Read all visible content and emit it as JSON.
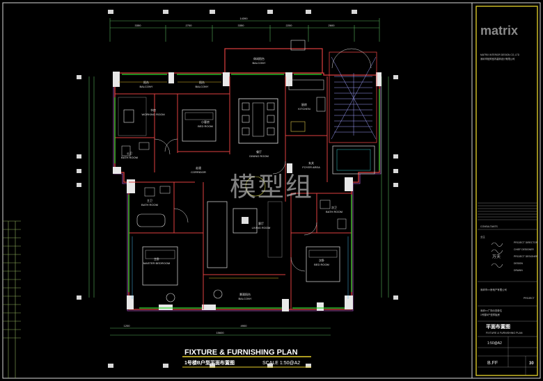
{
  "drawing": {
    "title_en": "FIXTURE & FURNISHING PLAN",
    "title_cn": "1号楼B户型平面布置图",
    "scale": "SCALE 1:50@A2",
    "watermark": "模型组"
  },
  "dimensions": {
    "top_total": "14390",
    "top_segments": [
      "3350",
      "2700",
      "3350",
      "2200",
      "2600"
    ],
    "bottom_total": "15600",
    "bottom_segments": [
      "1200",
      "4900"
    ]
  },
  "rooms": {
    "balcony_top": {
      "cn": "休闲阳台",
      "en": "BALCONY"
    },
    "balcony_left": {
      "cn": "阳台",
      "en": "BALCONY"
    },
    "balcony_mid": {
      "cn": "阳台",
      "en": "BALCONY"
    },
    "working_room": {
      "cn": "书房",
      "en": "WORKING ROOM"
    },
    "bed_room_small": {
      "cn": "小客房",
      "en": "BED ROOM"
    },
    "dining_room": {
      "cn": "餐厅",
      "en": "DINING ROOM"
    },
    "kitchen": {
      "cn": "厨房",
      "en": "KITCHEN"
    },
    "bath_room_1": {
      "cn": "公卫",
      "en": "BATH ROOM"
    },
    "corridor": {
      "cn": "走道",
      "en": "CORRIDOR"
    },
    "foyer": {
      "cn": "玄关",
      "en": "FOYER AREA"
    },
    "bath_room_2": {
      "cn": "主卫",
      "en": "BATH ROOM"
    },
    "living_room": {
      "cn": "客厅",
      "en": "LIVING ROOM"
    },
    "bath_room_3": {
      "cn": "次卫",
      "en": "BATH ROOM"
    },
    "master_bedroom": {
      "cn": "主卧",
      "en": "MASTER BEDROOM"
    },
    "bed_room_2": {
      "cn": "次卧",
      "en": "BED ROOM"
    },
    "balcony_bottom": {
      "cn": "景观阳台",
      "en": "BALCONY"
    }
  },
  "title_block": {
    "logo": "matrix",
    "company_cn": "深圳市矩阵室内装饰设计有限公司",
    "company_en": "MATRIX INTERIOR DESIGN CO.,LTD",
    "owner_label": "业主",
    "consultants": "CONSULTANTS",
    "roles": [
      "PROJECT DIRECTOR",
      "CHIEF DESIGNER",
      "PROJECT DESIGNER",
      "DESIGN",
      "DRAWN"
    ],
    "signature_name": "万夫",
    "developer_cn": "深圳市××房地产有限公司",
    "project_label": "PROJECT",
    "project_cn_1": "深圳××广场示范单位",
    "project_cn_2": "1号楼B户型样板房",
    "drawing_title_cn": "平面布置图",
    "drawing_title_en": "FIXTURE & FURNISHING PLAN",
    "scale_value": "1:50@A2",
    "drawing_no": "B.FF",
    "sheet_no": "30"
  }
}
